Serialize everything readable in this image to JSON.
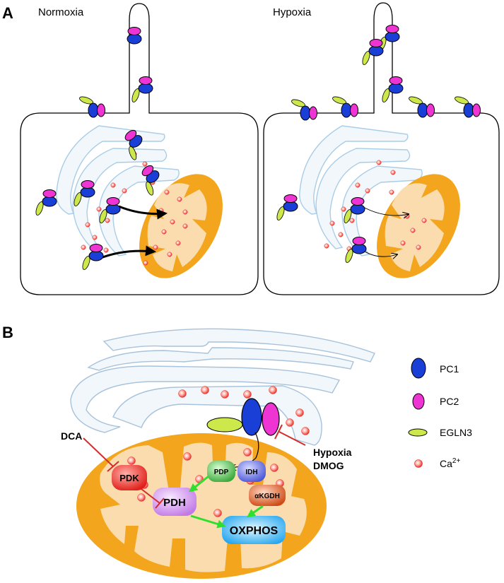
{
  "panels": {
    "a": {
      "letter": "A",
      "left_condition": "Normoxia",
      "right_condition": "Hypoxia"
    },
    "b": {
      "letter": "B"
    }
  },
  "enzymes": {
    "pdk": "PDK",
    "pdh": "PDH",
    "pdp": "PDP",
    "idh": "IDH",
    "akgdh": "αKGDH",
    "oxphos": "OXPHOS"
  },
  "inhibitors": {
    "dca": "DCA",
    "hypoxia": "Hypoxia",
    "dmog": "DMOG"
  },
  "legend": {
    "items": [
      {
        "label": "PC1",
        "color": "#1a3fd6",
        "icon": "pc1-ellipse"
      },
      {
        "label": "PC2",
        "color": "#ee34d2",
        "icon": "pc2-ellipse"
      },
      {
        "label": "EGLN3",
        "color": "#cde84a",
        "icon": "egln3-ellipse"
      },
      {
        "label": "Ca",
        "superscript": "2+",
        "color": "#f0524f",
        "icon": "calcium-dot"
      }
    ]
  },
  "colors": {
    "pc1": "#1a3fd6",
    "pc2": "#ee34d2",
    "egln3": "#cde84a",
    "mito_outer": "#f2a51d",
    "mito_inner": "#fbdcae",
    "er_fill": "#f2f7fc",
    "er_stroke": "#a9cde6",
    "calcium": "#f0524f",
    "inhibit": "#d42b2b",
    "activate": "#2ee02e"
  }
}
